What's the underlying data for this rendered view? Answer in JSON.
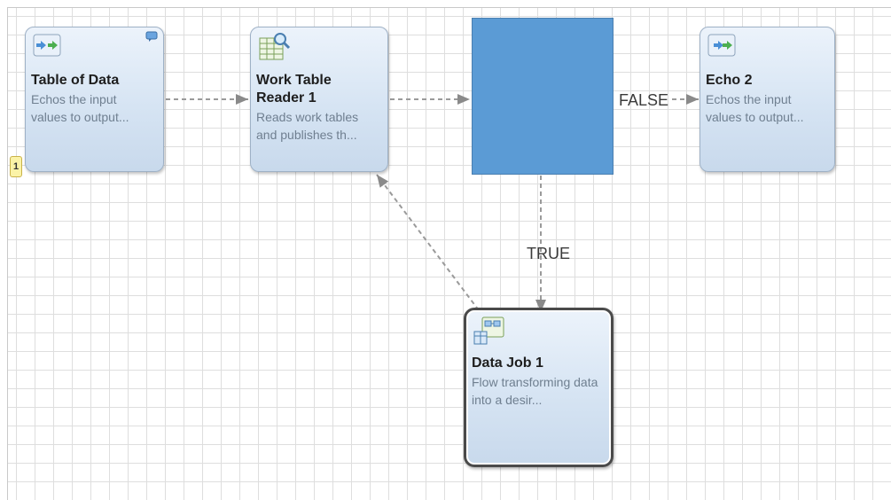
{
  "nodes": {
    "table_of_data": {
      "title": "Table of Data",
      "description": "Echos the input values to output..."
    },
    "work_table_reader": {
      "title": "Work Table Reader 1",
      "description": "Reads work tables and publishes th..."
    },
    "echo2": {
      "title": "Echo 2",
      "description": "Echos the input values to output..."
    },
    "data_job": {
      "title": "Data Job 1",
      "description": "Flow transforming data into a desir..."
    }
  },
  "badge": {
    "value": "1"
  },
  "edges": {
    "false_label": "FALSE",
    "true_label": "TRUE"
  },
  "colors": {
    "decision_fill": "#5b9bd5",
    "node_border": "#9eb1c6",
    "connector": "#9a9a9a"
  }
}
